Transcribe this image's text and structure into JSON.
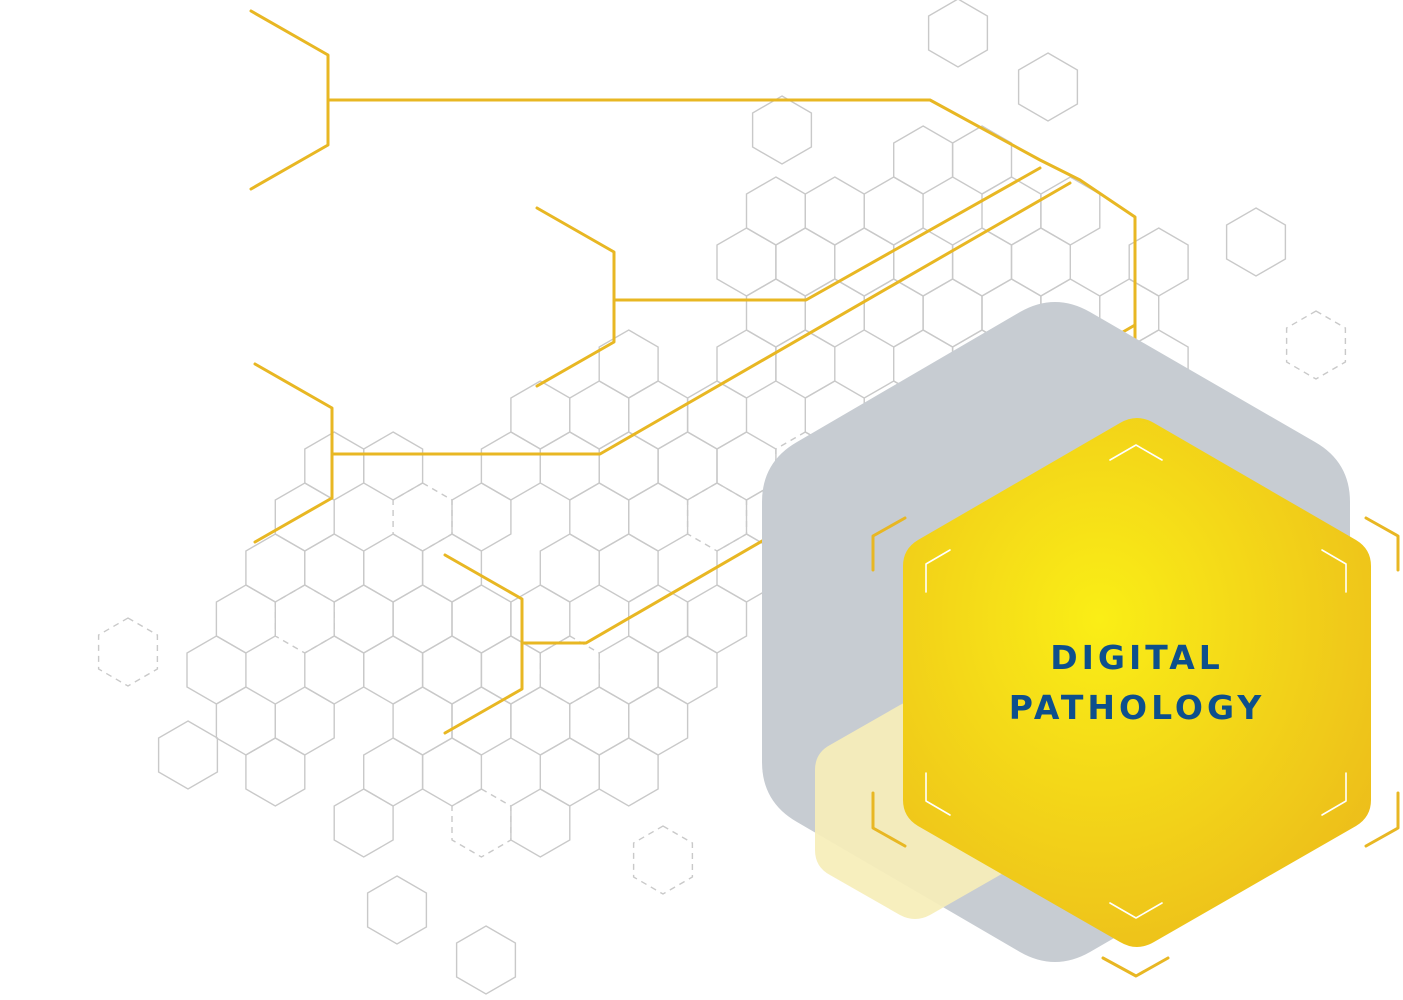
{
  "title": {
    "line1": "DIGITAL",
    "line2": "PATHOLOGY"
  },
  "colors": {
    "background": "#ffffff",
    "grid_hexagon": "#c9c9c9",
    "circuit_line": "#e8b723",
    "gray_hexagon": "#c7ccd2",
    "pale_yellow_hexagon": "#f6eeb8",
    "yellow_gradient_center": "#faee16",
    "yellow_gradient_edge": "#ecbc1b",
    "corner_marks": "#ffffff",
    "title_text": "#0d4f8c"
  },
  "icons": {
    "background_pattern": "hexagon-grid",
    "main_badge": "hexagon-badge"
  }
}
